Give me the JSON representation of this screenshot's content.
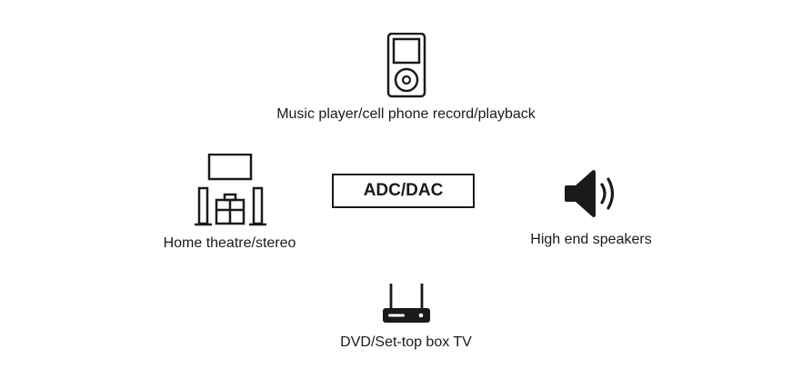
{
  "center": {
    "label": "ADC/DAC"
  },
  "nodes": {
    "music": {
      "label": "Music player/cell phone record/playback",
      "icon": "music-player-icon"
    },
    "home": {
      "label": "Home theatre/stereo",
      "icon": "home-theatre-icon"
    },
    "speakers": {
      "label": "High end speakers",
      "icon": "speaker-icon"
    },
    "dvd": {
      "label": "DVD/Set-top box TV",
      "icon": "set-top-box-icon"
    }
  },
  "colors": {
    "stroke": "#1a1a1a",
    "background": "#ffffff"
  }
}
